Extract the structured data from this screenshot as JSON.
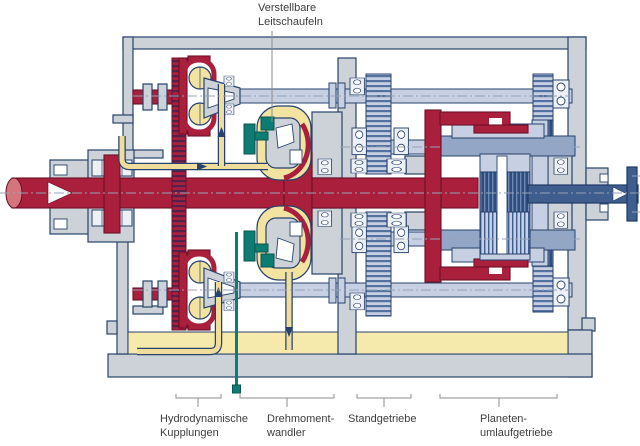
{
  "labels": {
    "guide_vanes": {
      "line1": "Verstellbare",
      "line2": "Leitschaufeln"
    },
    "couplings": {
      "line1": "Hydrodynamische",
      "line2": "Kupplungen"
    },
    "converter": {
      "line1": "Drehmoment-",
      "line2": "wandler"
    },
    "spur_gear": {
      "line1": "Standgetriebe",
      "line2": ""
    },
    "planetary": {
      "line1": "Planeten-",
      "line2": "umlaufgetriebe"
    }
  },
  "colors": {
    "shaft_red": "#A91F3C",
    "output_blue": "#3F5E8E",
    "casing_gray": "#CDD2D8",
    "oil_yellow": "#F6E9AC",
    "coupling_yellow": "#F2E3A0",
    "control_teal": "#0E7C72",
    "outline_navy": "#27426C",
    "gear_light": "#C7D0E2",
    "gear_medium": "#93A6C6",
    "gear_dark": "#2E4C7E",
    "label_gray": "#3D3D3D",
    "bracket_gray": "#8E8E8E"
  }
}
